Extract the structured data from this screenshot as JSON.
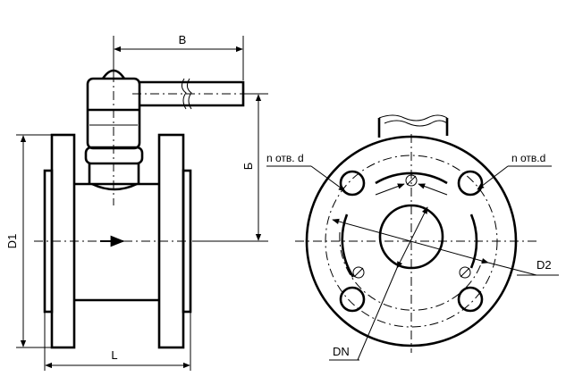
{
  "labels": {
    "B": "B",
    "B_cyr": "Б",
    "D1": "D1",
    "L": "L",
    "D2": "D2",
    "DN": "DN",
    "holes_left": "n отв. d",
    "holes_right": "n отв.d"
  }
}
